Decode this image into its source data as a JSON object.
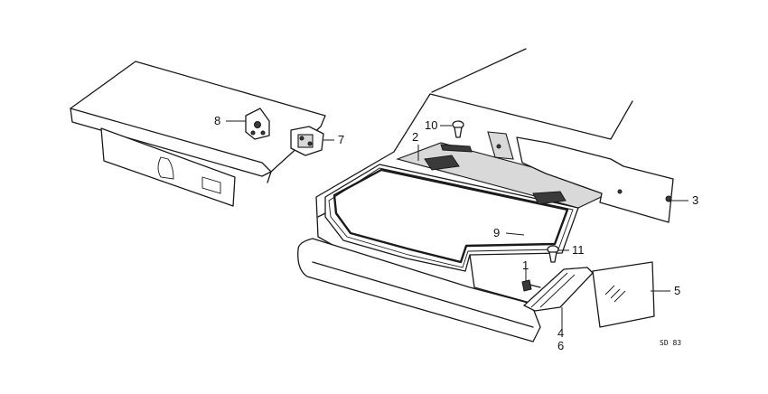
{
  "callouts": {
    "c1": "1",
    "c2": "2",
    "c3": "3",
    "c4": "4",
    "c5": "5",
    "c6": "6",
    "c7": "7",
    "c8": "8",
    "c9": "9",
    "c10": "10",
    "c11": "11"
  },
  "diagram_code": "SD 83"
}
